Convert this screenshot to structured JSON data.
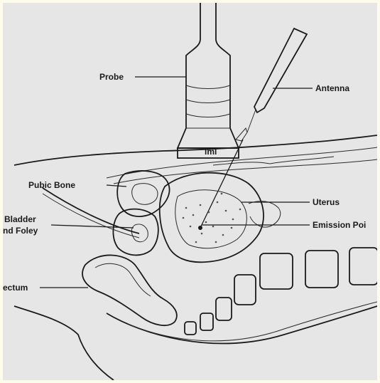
{
  "diagram": {
    "labels": {
      "probe": "Probe",
      "antenna": "Antenna",
      "pubic_bone": "Pubic Bone",
      "uterus": "Uterus",
      "bladder_line1": "Bladder",
      "bladder_line2": "nd Foley",
      "emission_point": "Emission Poi",
      "rectum": "ectum"
    },
    "colors": {
      "background": "#e6e6e6",
      "border": "#fdfbea",
      "ink": "#1a1a1a"
    }
  }
}
